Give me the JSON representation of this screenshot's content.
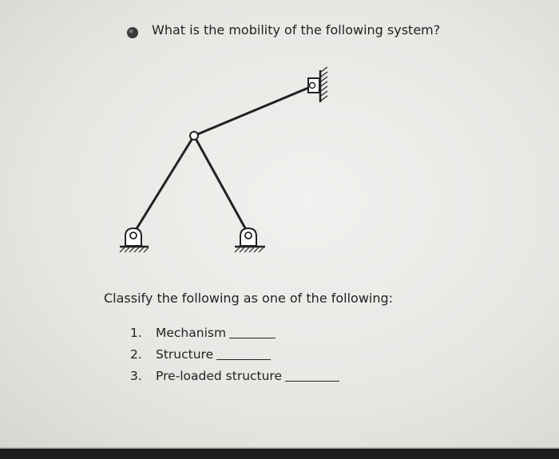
{
  "question": {
    "text": "What is the mobility of the following system?"
  },
  "classify": {
    "text": "Classify the following as one of the following:"
  },
  "options": [
    {
      "number": "1.",
      "label": "Mechanism"
    },
    {
      "number": "2.",
      "label": "Structure"
    },
    {
      "number": "3.",
      "label": "Pre-loaded structure"
    }
  ],
  "colors": {
    "ink": "#222222",
    "paper": "#ececea"
  }
}
